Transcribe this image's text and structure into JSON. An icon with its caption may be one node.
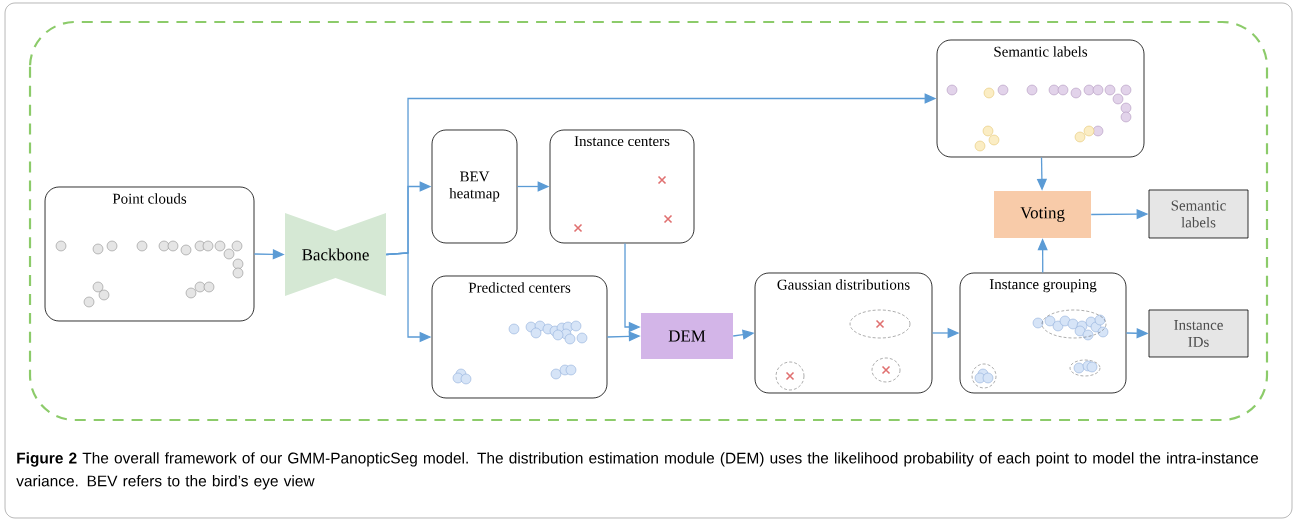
{
  "diagram": {
    "caption": "**Figure 2** The overall framework of our GMM-PanopticSeg model. The distribution estimation module (DEM) uses the likelihood probability of each point to model the intra-instance variance. BEV refers to the bird’s eye view",
    "nodes": [
      {
        "text": [
          "Point clouds"
        ]
      },
      {
        "text": [
          "Backbone"
        ]
      },
      {
        "text": [
          "BEV heatmap"
        ]
      },
      {
        "text": [
          "Instance centers"
        ]
      },
      {
        "text": [
          "Predicted centers"
        ]
      },
      {
        "text": [
          "DEM"
        ]
      },
      {
        "text": [
          "Gaussian distributions"
        ]
      },
      {
        "text": [
          "Semantic labels"
        ]
      },
      {
        "text": [
          "Voting"
        ]
      },
      {
        "text": [
          "Instance grouping"
        ]
      },
      {
        "text": [
          "Semantic labels"
        ]
      },
      {
        "text": [
          "Instance IDs"
        ]
      }
    ],
    "edges": [
      {
        "from": 0,
        "to": 1,
        "arrow": "to"
      },
      {
        "from": 1,
        "to": 7,
        "arrow": "to"
      },
      {
        "from": 1,
        "to": 2,
        "arrow": "to"
      },
      {
        "from": 1,
        "to": 4,
        "arrow": "to"
      },
      {
        "from": 2,
        "to": 3,
        "arrow": "to"
      },
      {
        "from": 3,
        "to": 5,
        "arrow": "to"
      },
      {
        "from": 4,
        "to": 5,
        "arrow": "to"
      },
      {
        "from": 5,
        "to": 6,
        "arrow": "to"
      },
      {
        "from": 6,
        "to": 9,
        "arrow": "to"
      },
      {
        "from": 7,
        "to": 8,
        "arrow": "to"
      },
      {
        "from": 9,
        "to": 8,
        "arrow": "to"
      },
      {
        "from": 8,
        "to": 10,
        "arrow": "to"
      },
      {
        "from": 9,
        "to": 11,
        "arrow": "to"
      }
    ]
  }
}
